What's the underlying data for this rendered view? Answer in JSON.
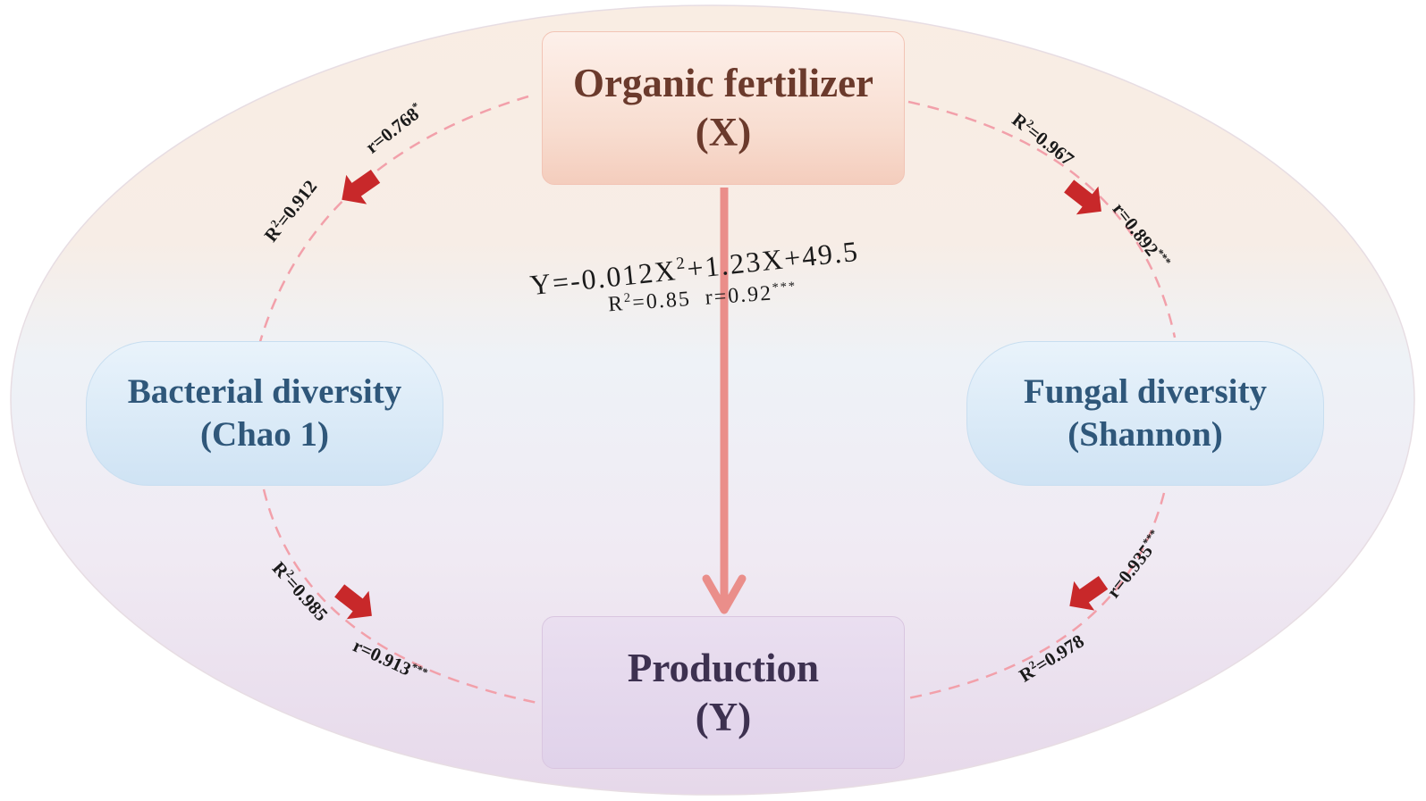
{
  "nodes": {
    "organic_fertilizer": {
      "title": "Organic fertilizer",
      "symbol": "(X)"
    },
    "production": {
      "title": "Production",
      "symbol": "(Y)"
    },
    "bacterial_diversity": {
      "title": "Bacterial diversity",
      "index": "(Chao 1)"
    },
    "fungal_diversity": {
      "title": "Fungal diversity",
      "index": "(Shannon)"
    }
  },
  "edges": {
    "x_to_bacterial": {
      "r2": "0.912",
      "r": "0.768",
      "sig": "*"
    },
    "x_to_fungal": {
      "r2": "0.967",
      "r": "0.892",
      "sig": "***"
    },
    "bacterial_to_y": {
      "r2": "0.985",
      "r": "0.913",
      "sig": "***"
    },
    "fungal_to_y": {
      "r2": "0.978",
      "r": "0.935",
      "sig": "***"
    }
  },
  "equation": {
    "formula_pre": "Y=-0.012X",
    "formula_exp": "2",
    "formula_post": "+1.23X+49.5",
    "r2": "0.85",
    "r": "0.92",
    "sig": "***"
  },
  "colors": {
    "arrow_red": "#c8282a",
    "main_arrow": "#ea8e8a",
    "dashed_line": "#f2a0aa"
  }
}
